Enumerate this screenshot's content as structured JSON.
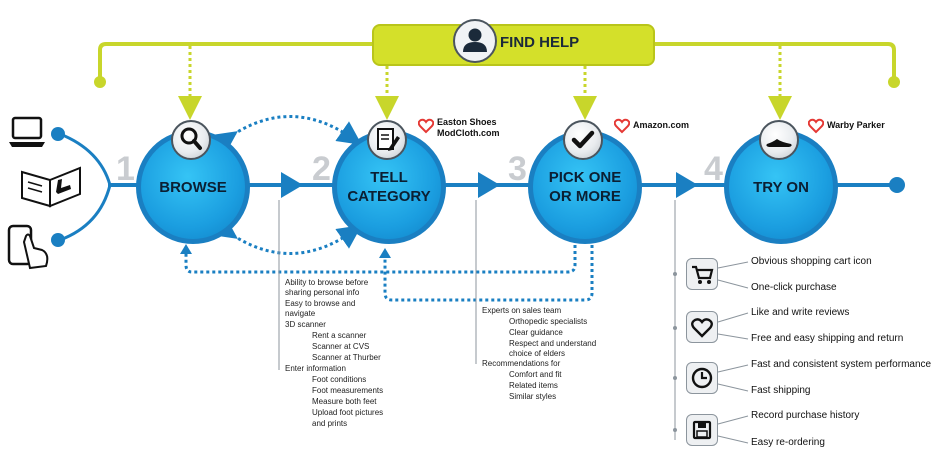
{
  "find_help": {
    "label": "FIND HELP"
  },
  "stages": [
    {
      "num": "1",
      "label_lines": [
        "BROWSE"
      ],
      "icon": "magnifier-icon"
    },
    {
      "num": "2",
      "label_lines": [
        "TELL",
        "CATEGORY"
      ],
      "icon": "notepad-pencil-icon"
    },
    {
      "num": "3",
      "label_lines": [
        "PICK ONE",
        "OR MORE"
      ],
      "icon": "checkmark-icon"
    },
    {
      "num": "4",
      "label_lines": [
        "TRY ON"
      ],
      "icon": "shoe-icon"
    }
  ],
  "brands": {
    "tell_category": [
      "Easton Shoes",
      "ModCloth.com"
    ],
    "pick": "Amazon.com",
    "try_on": "Warby Parker"
  },
  "notes": {
    "browse": [
      "Ability to browse before",
      "sharing personal info",
      "Easy to browse and",
      "navigate",
      "3D scanner",
      "Rent a scanner",
      "Scanner at CVS",
      "Scanner at Thurber",
      "Enter information",
      "Foot conditions",
      "Foot measurements",
      "Measure both feet",
      "Upload foot pictures",
      "and prints"
    ],
    "pick": [
      "Experts on sales team",
      "Orthopedic specialists",
      "Clear guidance",
      "Respect and understand",
      "choice of elders",
      "Recommendations for",
      "Comfort and fit",
      "Related items",
      "Similar styles"
    ]
  },
  "benefits": [
    {
      "icon": "shopping-cart-icon",
      "items": [
        "Obvious shopping cart icon",
        "One-click  purchase"
      ]
    },
    {
      "icon": "heart-icon",
      "items": [
        "Like and write reviews",
        "Free and easy shipping and return"
      ]
    },
    {
      "icon": "clock-icon",
      "items": [
        "Fast and consistent system performance",
        "Fast shipping"
      ]
    },
    {
      "icon": "save-disk-icon",
      "items": [
        "Record purchase history",
        "Easy re-ordering"
      ]
    }
  ],
  "colors": {
    "accent_green": "#c8d62b",
    "circle_blue": "#1b9ee0",
    "line_blue": "#1a7fc2",
    "heart_red": "#e53935"
  }
}
